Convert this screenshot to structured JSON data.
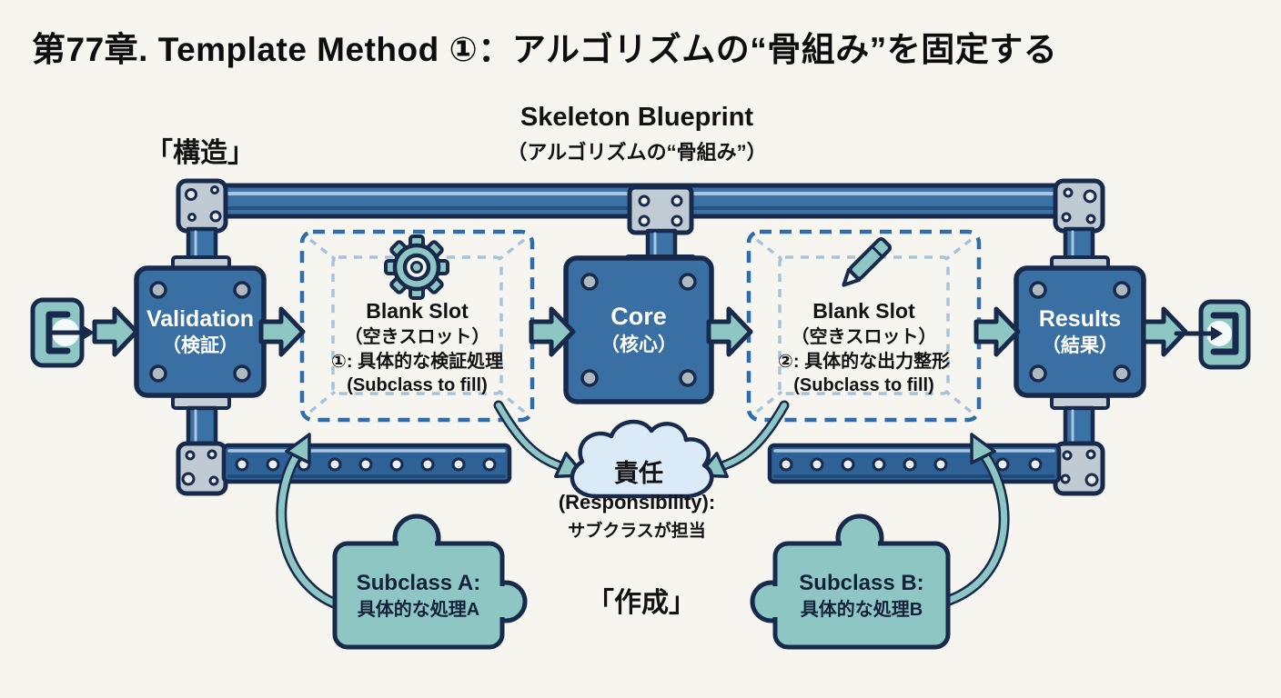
{
  "title": "第77章. Template Method ①：アルゴリズムの“骨組み”を固定する",
  "blueprint": {
    "heading": "Skeleton Blueprint",
    "subheading": "（アルゴリズムの“骨組み”）"
  },
  "labels": {
    "structure": "「構造」",
    "creation": "「作成」"
  },
  "nodes": {
    "validation": {
      "title": "Validation",
      "subtitle": "（検証）"
    },
    "core": {
      "title": "Core",
      "subtitle": "（核心）"
    },
    "results": {
      "title": "Results",
      "subtitle": "（結果）"
    },
    "slot1": {
      "title": "Blank Slot",
      "subtitle": "（空きスロット）",
      "detail": "①: 具体的な検証処理",
      "note": "(Subclass to fill)",
      "icon": "gear-icon"
    },
    "slot2": {
      "title": "Blank Slot",
      "subtitle": "（空きスロット）",
      "detail": "②: 具体的な出力整形",
      "note": "(Subclass to fill)",
      "icon": "pen-icon"
    }
  },
  "responsibility": {
    "cloud_label": "責任",
    "line1": "(Responsibility):",
    "line2": "サブクラスが担当"
  },
  "subclasses": {
    "a": {
      "title": "Subclass A:",
      "subtitle": "具体的な処理A"
    },
    "b": {
      "title": "Subclass B:",
      "subtitle": "具体的な処理B"
    }
  },
  "colors": {
    "navy": "#182A4C",
    "box_blue": "#3A6FA3",
    "beam_blue": "#3B72A6",
    "teal": "#8EC6C4",
    "cloud_blue": "#DBEAF7",
    "dash_blue": "#2E6DA9",
    "metal_gray": "#BFCAD2",
    "background": "#F7F5F0"
  }
}
